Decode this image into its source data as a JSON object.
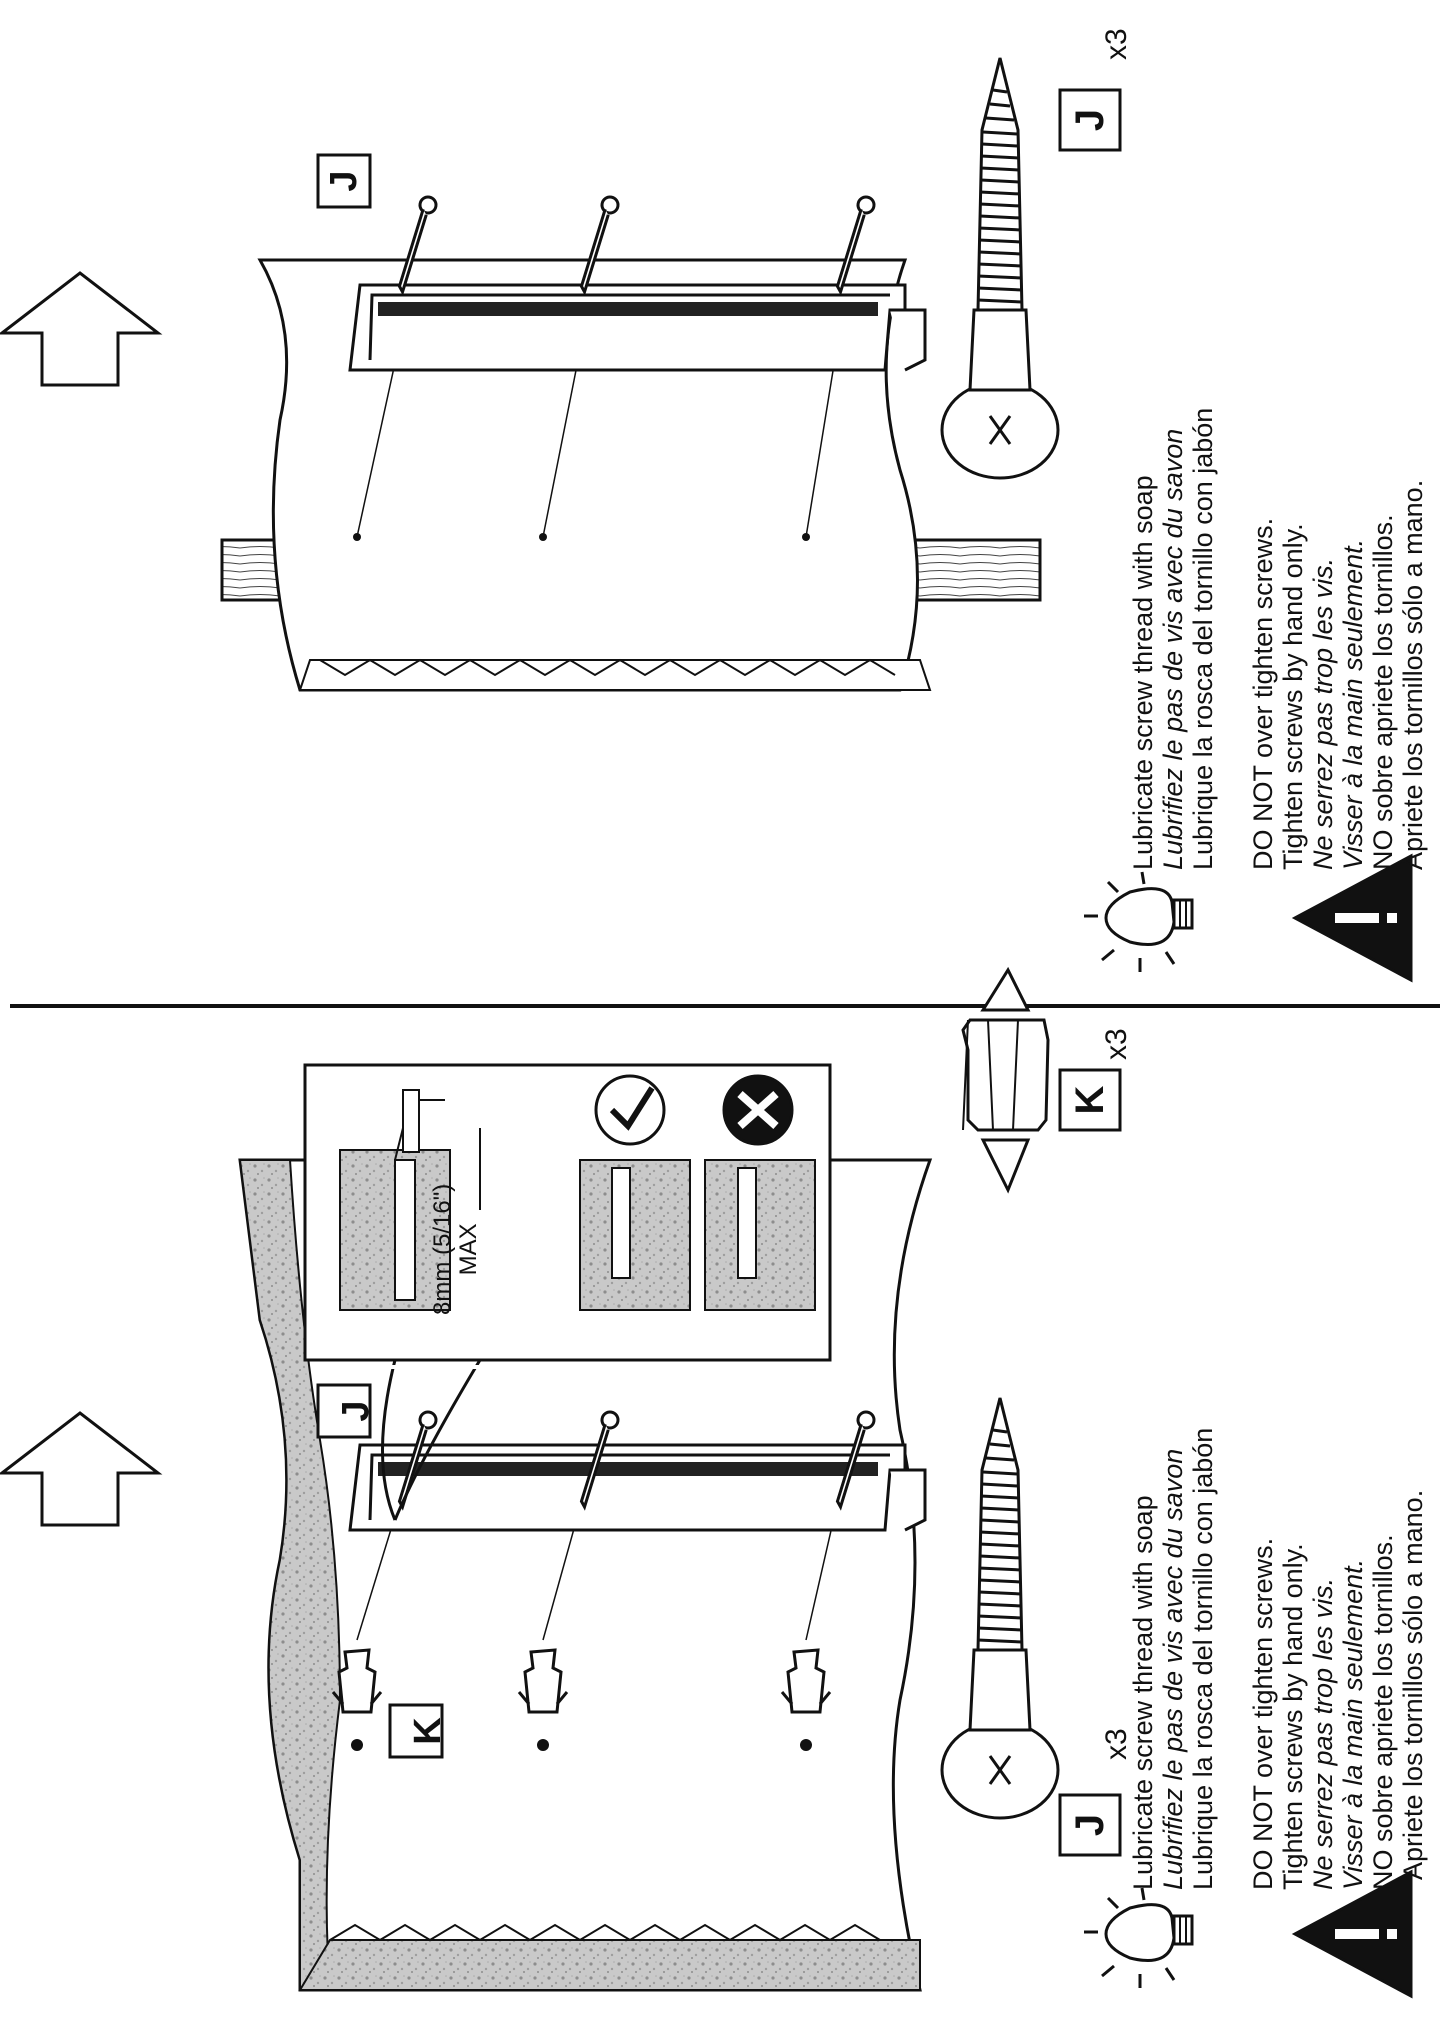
{
  "steps": [
    {
      "part_label_drill": "J",
      "part_label_anchor": "K",
      "inset": {
        "dim_text": "8mm (5/16\")",
        "dim_max": "MAX"
      },
      "tip": {
        "en": "Lubricate screw  thread with soap",
        "fr": "Lubrifiez le pas de vis avec du savon",
        "es": "Lubrique la rosca del tornillo con jabón"
      },
      "warning": {
        "en1": "DO NOT over tighten screws.",
        "en2": "Tighten screws by hand only.",
        "fr1": "Ne serrez pas trop les vis.",
        "fr2": "Visser à la main seulement.",
        "es1": "NO sobre apriete los tornillos.",
        "es2": "Apriete los tornillos sólo a mano."
      },
      "parts": [
        {
          "label": "J",
          "qty": "x3",
          "icon": "screw-icon"
        },
        {
          "label": "K",
          "qty": "x3",
          "icon": "wall-anchor-icon"
        }
      ]
    },
    {
      "part_label_drill": "J",
      "tip": {
        "en": "Lubricate screw  thread with soap",
        "fr": "Lubrifiez le pas de vis avec du savon",
        "es": "Lubrique la rosca del tornillo con jabón"
      },
      "warning": {
        "en1": "DO NOT over tighten screws.",
        "en2": "Tighten screws by hand only.",
        "fr1": "Ne serrez pas trop les vis.",
        "fr2": "Visser à la main seulement.",
        "es1": "NO sobre apriete los tornillos.",
        "es2": "Apriete los tornillos sólo a mano."
      },
      "parts": [
        {
          "label": "J",
          "qty": "x3",
          "icon": "screw-icon"
        }
      ]
    }
  ]
}
